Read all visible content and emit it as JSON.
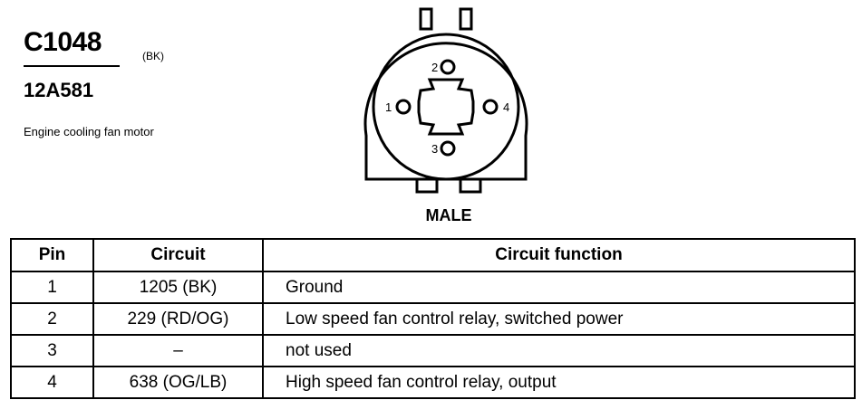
{
  "connector": {
    "id": "C1048",
    "color": "(BK)",
    "part_number": "12A581",
    "description": "Engine cooling fan motor",
    "gender": "MALE",
    "pin_labels": [
      "1",
      "2",
      "3",
      "4"
    ]
  },
  "table": {
    "headers": [
      "Pin",
      "Circuit",
      "Circuit function"
    ],
    "rows": [
      {
        "pin": "1",
        "circuit": "1205 (BK)",
        "function": "Ground"
      },
      {
        "pin": "2",
        "circuit": "229 (RD/OG)",
        "function": "Low speed fan control relay, switched power"
      },
      {
        "pin": "3",
        "circuit": "–",
        "function": "not used"
      },
      {
        "pin": "4",
        "circuit": "638 (OG/LB)",
        "function": "High speed fan control relay, output"
      }
    ]
  }
}
